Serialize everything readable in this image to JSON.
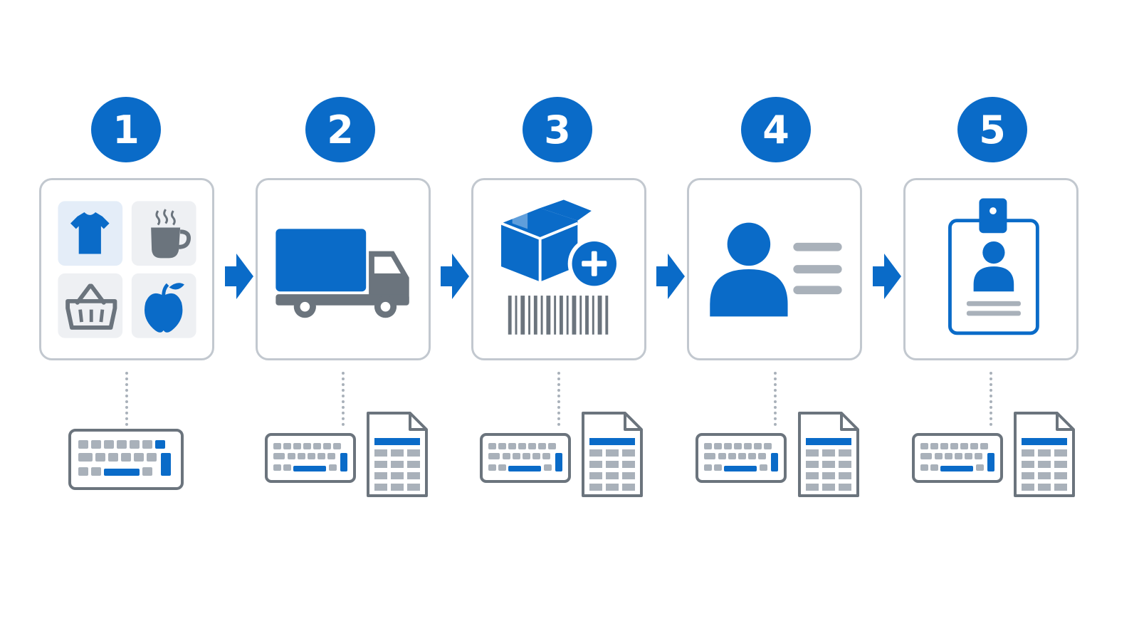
{
  "steps": [
    {
      "number": "1",
      "illustration": "product-categories-icon",
      "inputs": [
        "keyboard-icon"
      ]
    },
    {
      "number": "2",
      "illustration": "delivery-truck-icon",
      "inputs": [
        "keyboard-icon",
        "spreadsheet-document-icon"
      ]
    },
    {
      "number": "3",
      "illustration": "add-package-barcode-icon",
      "inputs": [
        "keyboard-icon",
        "spreadsheet-document-icon"
      ]
    },
    {
      "number": "4",
      "illustration": "user-profile-icon",
      "inputs": [
        "keyboard-icon",
        "spreadsheet-document-icon"
      ]
    },
    {
      "number": "5",
      "illustration": "id-badge-icon",
      "inputs": [
        "keyboard-icon",
        "spreadsheet-document-icon"
      ]
    }
  ],
  "colors": {
    "accent": "#0a6bc8",
    "icon_gray": "#6b747d",
    "light_gray": "#a9b1ba",
    "card_border": "#c2c8cf",
    "tile_bg": "#eef0f3"
  }
}
